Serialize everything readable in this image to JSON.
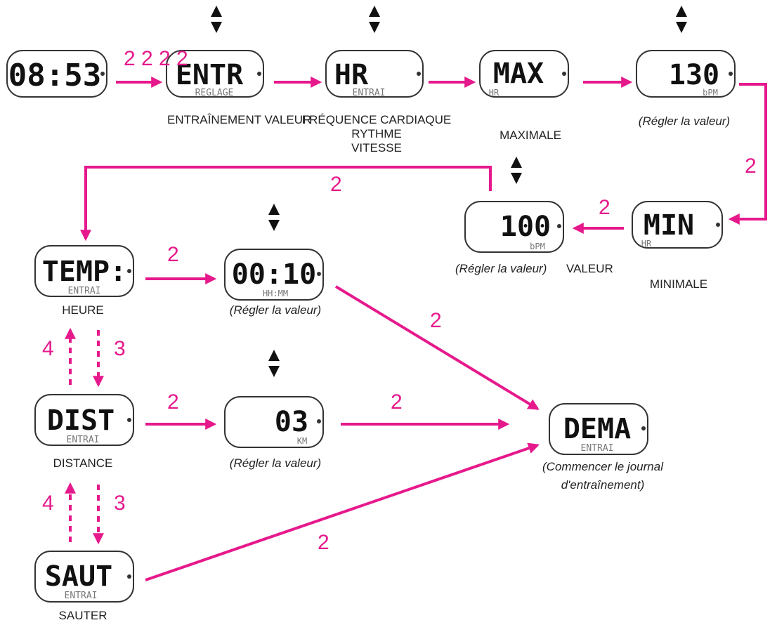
{
  "colors": {
    "accent": "#e6198c",
    "lcd_border": "#333333",
    "text": "#222222"
  },
  "displays": {
    "time": {
      "main": "08:53",
      "sub": ""
    },
    "entr": {
      "main": "ENTR",
      "sub": "REGLAGE"
    },
    "hr": {
      "main": "HR",
      "sub": "ENTRAI"
    },
    "max": {
      "main": "MAX",
      "sub": "HR"
    },
    "max_val": {
      "main": "130",
      "sub": "bPM"
    },
    "min": {
      "main": "MIN",
      "sub": "HR"
    },
    "min_val": {
      "main": "100",
      "sub": "bPM"
    },
    "temp": {
      "main": "TEMP:",
      "sub": "ENTRAI"
    },
    "temp_val": {
      "main": "00:10",
      "sub": "HH:MM"
    },
    "dist": {
      "main": "DIST",
      "sub": "ENTRAI"
    },
    "dist_val": {
      "main": "03",
      "sub": "KM"
    },
    "saut": {
      "main": "SAUT",
      "sub": "ENTRAI"
    },
    "demar": {
      "main": "DEMA",
      "sub": "ENTRAI"
    }
  },
  "captions": {
    "entr": "ENTRAÎNEMENT VALEUR",
    "hr_1": "FRÉQUENCE CARDIAQUE",
    "hr_2": "RYTHME",
    "hr_3": "VITESSE",
    "max": "MAXIMALE",
    "max_val": "(Régler la valeur)",
    "min": "MINIMALE",
    "min_val_italic": "(Régler la valeur)",
    "min_val_plain": "VALEUR",
    "temp": "HEURE",
    "temp_val": "(Régler la valeur)",
    "dist": "DISTANCE",
    "dist_val": "(Régler la valeur)",
    "saut": "SAUTER",
    "demar_1": "(Commencer le journal",
    "demar_2": "d'entraînement)"
  },
  "button_labels": {
    "top_row": "2 2 2 2",
    "right_down": "2",
    "to_min_val": "2",
    "back_left": "2",
    "temp_to_val": "2",
    "temp_val_to_start": "2",
    "temp_up": "4",
    "temp_down": "3",
    "dist_to_val": "2",
    "dist_val_to_start": "2",
    "dist_up": "4",
    "dist_down": "3",
    "saut_to_start": "2"
  }
}
